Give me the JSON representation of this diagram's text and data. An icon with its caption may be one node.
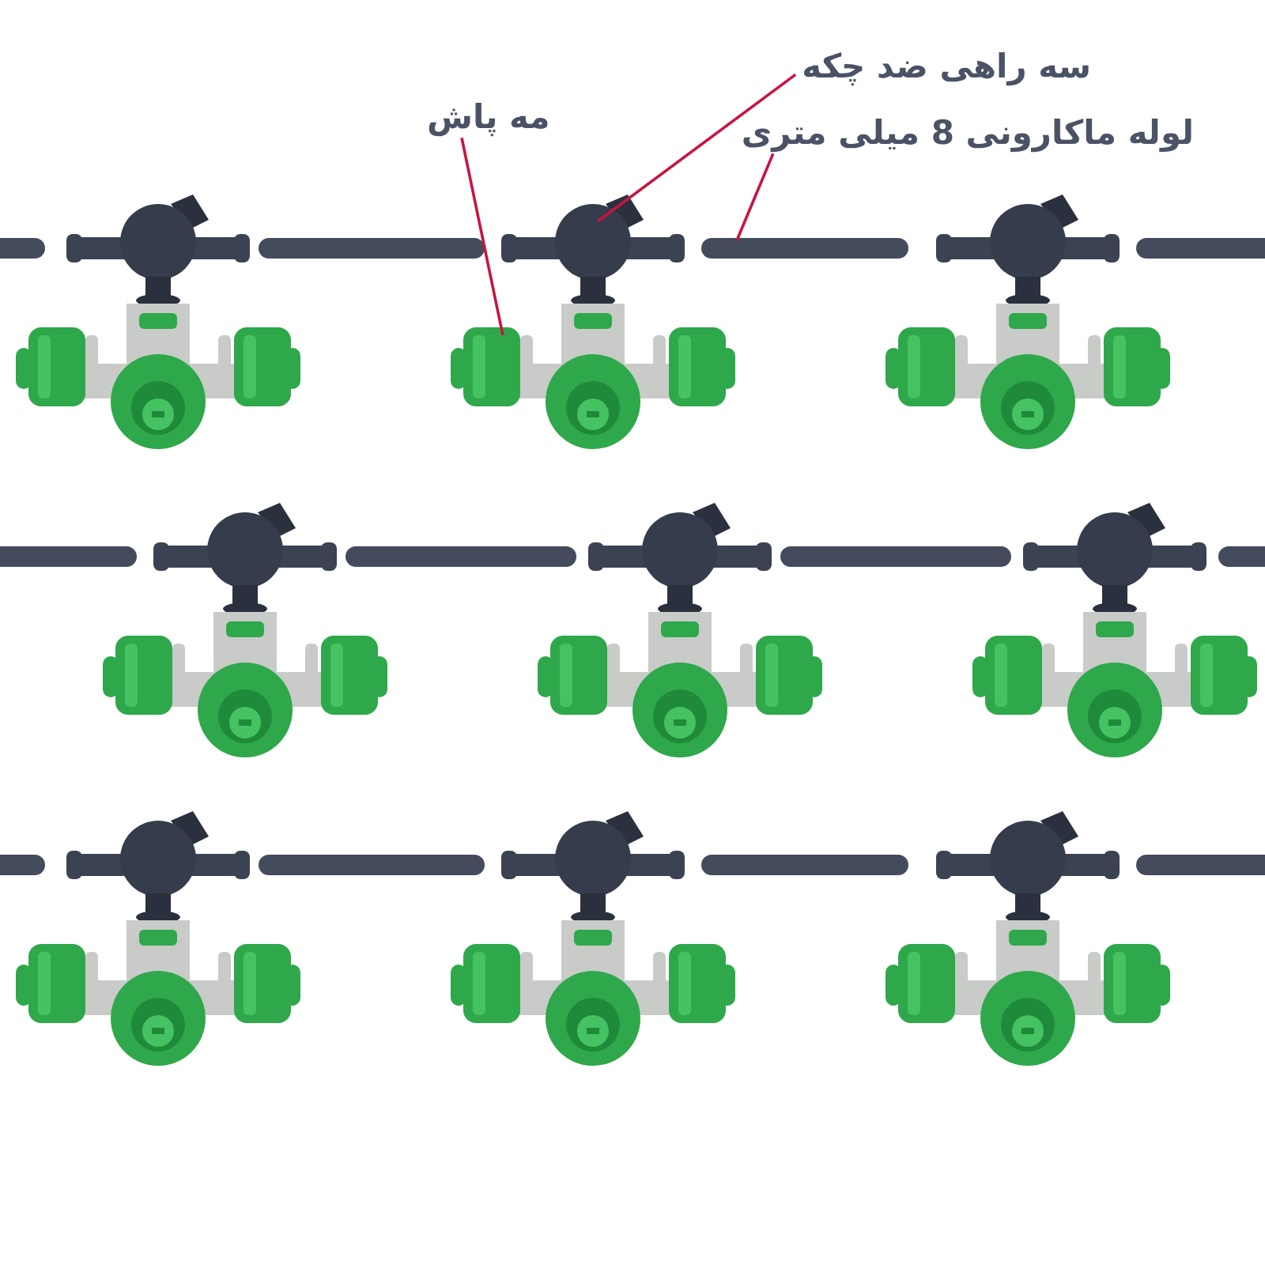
{
  "diagram": {
    "nodes": [
      {
        "text": [
          "سه راهی ضد چکه"
        ]
      },
      {
        "text": [
          "لوله ماکارونی 8 میلی متری"
        ]
      },
      {
        "text": [
          "مه پاش"
        ]
      },
      {
        "text": [],
        "shape": "picture"
      },
      {
        "text": [],
        "shape": "picture"
      },
      {
        "text": [],
        "shape": "picture"
      }
    ],
    "edges": [
      {
        "from": 0,
        "to": 3,
        "arrow": "none"
      },
      {
        "from": 1,
        "to": 4,
        "arrow": "none"
      },
      {
        "from": 2,
        "to": 5,
        "arrow": "none"
      }
    ]
  }
}
